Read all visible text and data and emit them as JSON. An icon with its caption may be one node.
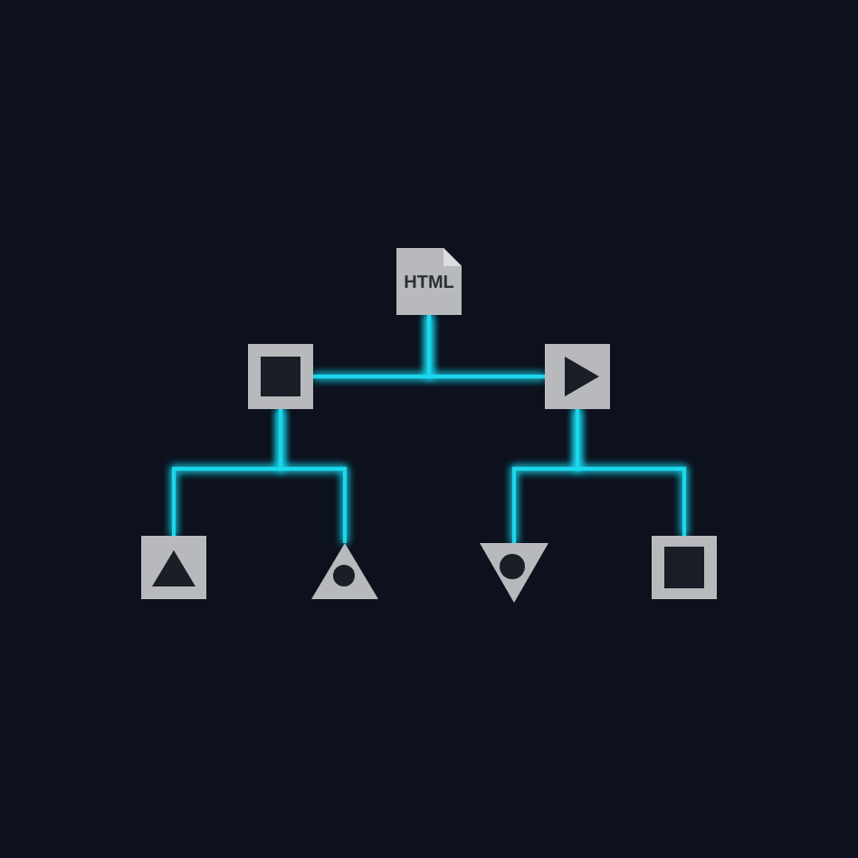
{
  "diagram": {
    "nodes": [
      {
        "text": [
          "HTML"
        ]
      },
      {
        "text": [],
        "shape": "box"
      },
      {
        "text": [],
        "shape": "box"
      },
      {
        "text": [],
        "shape": "box"
      },
      {
        "text": [],
        "shape": "triangle"
      },
      {
        "text": [],
        "shape": "triangle"
      },
      {
        "text": [],
        "shape": "box"
      }
    ],
    "edges": [
      {
        "from": 0,
        "to": 1,
        "arrow": "none"
      },
      {
        "from": 0,
        "to": 2,
        "arrow": "none"
      },
      {
        "from": 1,
        "to": 3,
        "arrow": "none"
      },
      {
        "from": 1,
        "to": 4,
        "arrow": "none"
      },
      {
        "from": 2,
        "to": 5,
        "arrow": "none"
      },
      {
        "from": 2,
        "to": 6,
        "arrow": "none"
      }
    ]
  }
}
